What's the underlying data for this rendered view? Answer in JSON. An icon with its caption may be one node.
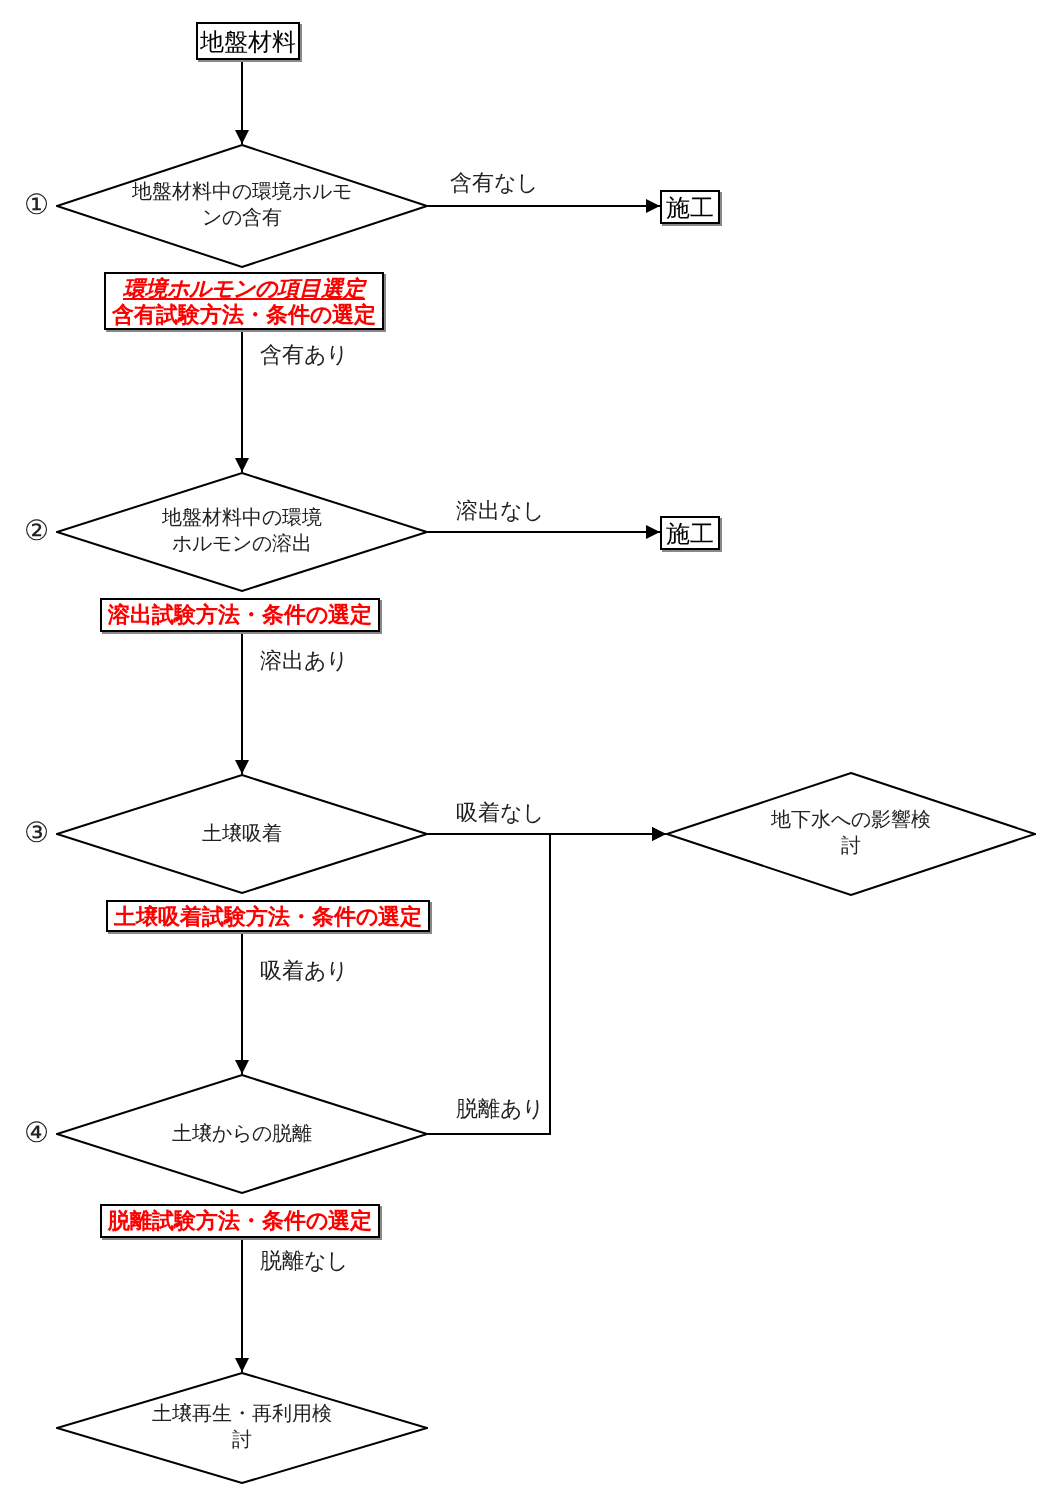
{
  "diagram": {
    "nodes": [
      {
        "text": [
          "地盤材料"
        ]
      },
      {
        "text": [
          "地盤材料中の環境ホルモンの含有"
        ],
        "beside": [
          "①"
        ]
      },
      {
        "text": [
          "施工"
        ]
      },
      {
        "text": [
          "*環境ホルモンの項目選定*",
          "含有試験方法・条件の選定"
        ]
      },
      {
        "text": [
          "地盤材料中の環境ホルモンの溶出"
        ],
        "beside": [
          "②"
        ]
      },
      {
        "text": [
          "施工"
        ]
      },
      {
        "text": [
          "溶出試験方法・条件の選定"
        ]
      },
      {
        "text": [
          "土壌吸着"
        ],
        "beside": [
          "③"
        ]
      },
      {
        "text": [
          "地下水への影響検討"
        ]
      },
      {
        "text": [
          "土壌吸着試験方法・条件の選定"
        ]
      },
      {
        "text": [
          "土壌からの脱離"
        ],
        "beside": [
          "④"
        ]
      },
      {
        "text": [
          "脱離試験方法・条件の選定"
        ]
      },
      {
        "text": [
          "土壌再生・再利用検討"
        ]
      }
    ],
    "edges": [
      {
        "from": 0,
        "to": 1,
        "arrow": "to"
      },
      {
        "from": 1,
        "to": 2,
        "arrow": "to",
        "label": "含有なし"
      },
      {
        "from": 3,
        "to": 4,
        "arrow": "to",
        "label": "含有あり"
      },
      {
        "from": 4,
        "to": 5,
        "arrow": "to",
        "label": "溶出なし"
      },
      {
        "from": 6,
        "to": 7,
        "arrow": "to",
        "label": "溶出あり"
      },
      {
        "from": 7,
        "to": 8,
        "arrow": "to",
        "label": "吸着なし"
      },
      {
        "from": 9,
        "to": 10,
        "arrow": "to",
        "label": "吸着あり"
      },
      {
        "from": 10,
        "to": 8,
        "arrow": "to",
        "label": "脱離あり"
      },
      {
        "from": 11,
        "to": 12,
        "arrow": "to",
        "label": "脱離なし"
      }
    ]
  }
}
